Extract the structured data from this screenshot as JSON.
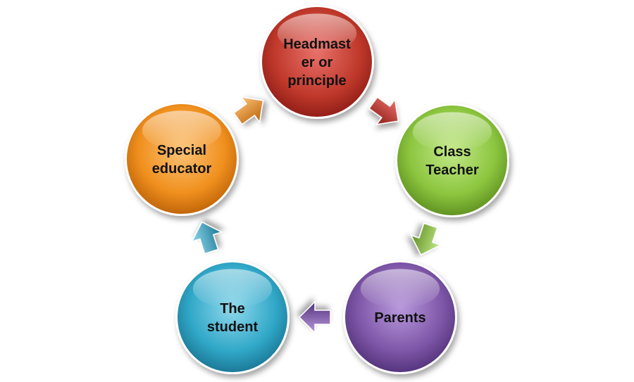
{
  "cycle": {
    "nodes": [
      {
        "id": "headmaster",
        "lines": [
          "Headmast",
          "er or",
          "principle"
        ],
        "color": "#c0392b",
        "color_light": "#e8706a",
        "color_dark": "#8e1c16"
      },
      {
        "id": "class-teacher",
        "lines": [
          "Class",
          "Teacher"
        ],
        "color": "#8cc63f",
        "color_light": "#c3e88a",
        "color_dark": "#5e8f20"
      },
      {
        "id": "parents",
        "lines": [
          "Parents"
        ],
        "color": "#7e57a8",
        "color_light": "#b898dc",
        "color_dark": "#52317a"
      },
      {
        "id": "student",
        "lines": [
          "The",
          "student"
        ],
        "color": "#31a8c8",
        "color_light": "#8fd8ec",
        "color_dark": "#1a7593"
      },
      {
        "id": "special-educator",
        "lines": [
          "Special",
          "educator"
        ],
        "color": "#f0901e",
        "color_light": "#fbc378",
        "color_dark": "#bd6308"
      }
    ]
  }
}
